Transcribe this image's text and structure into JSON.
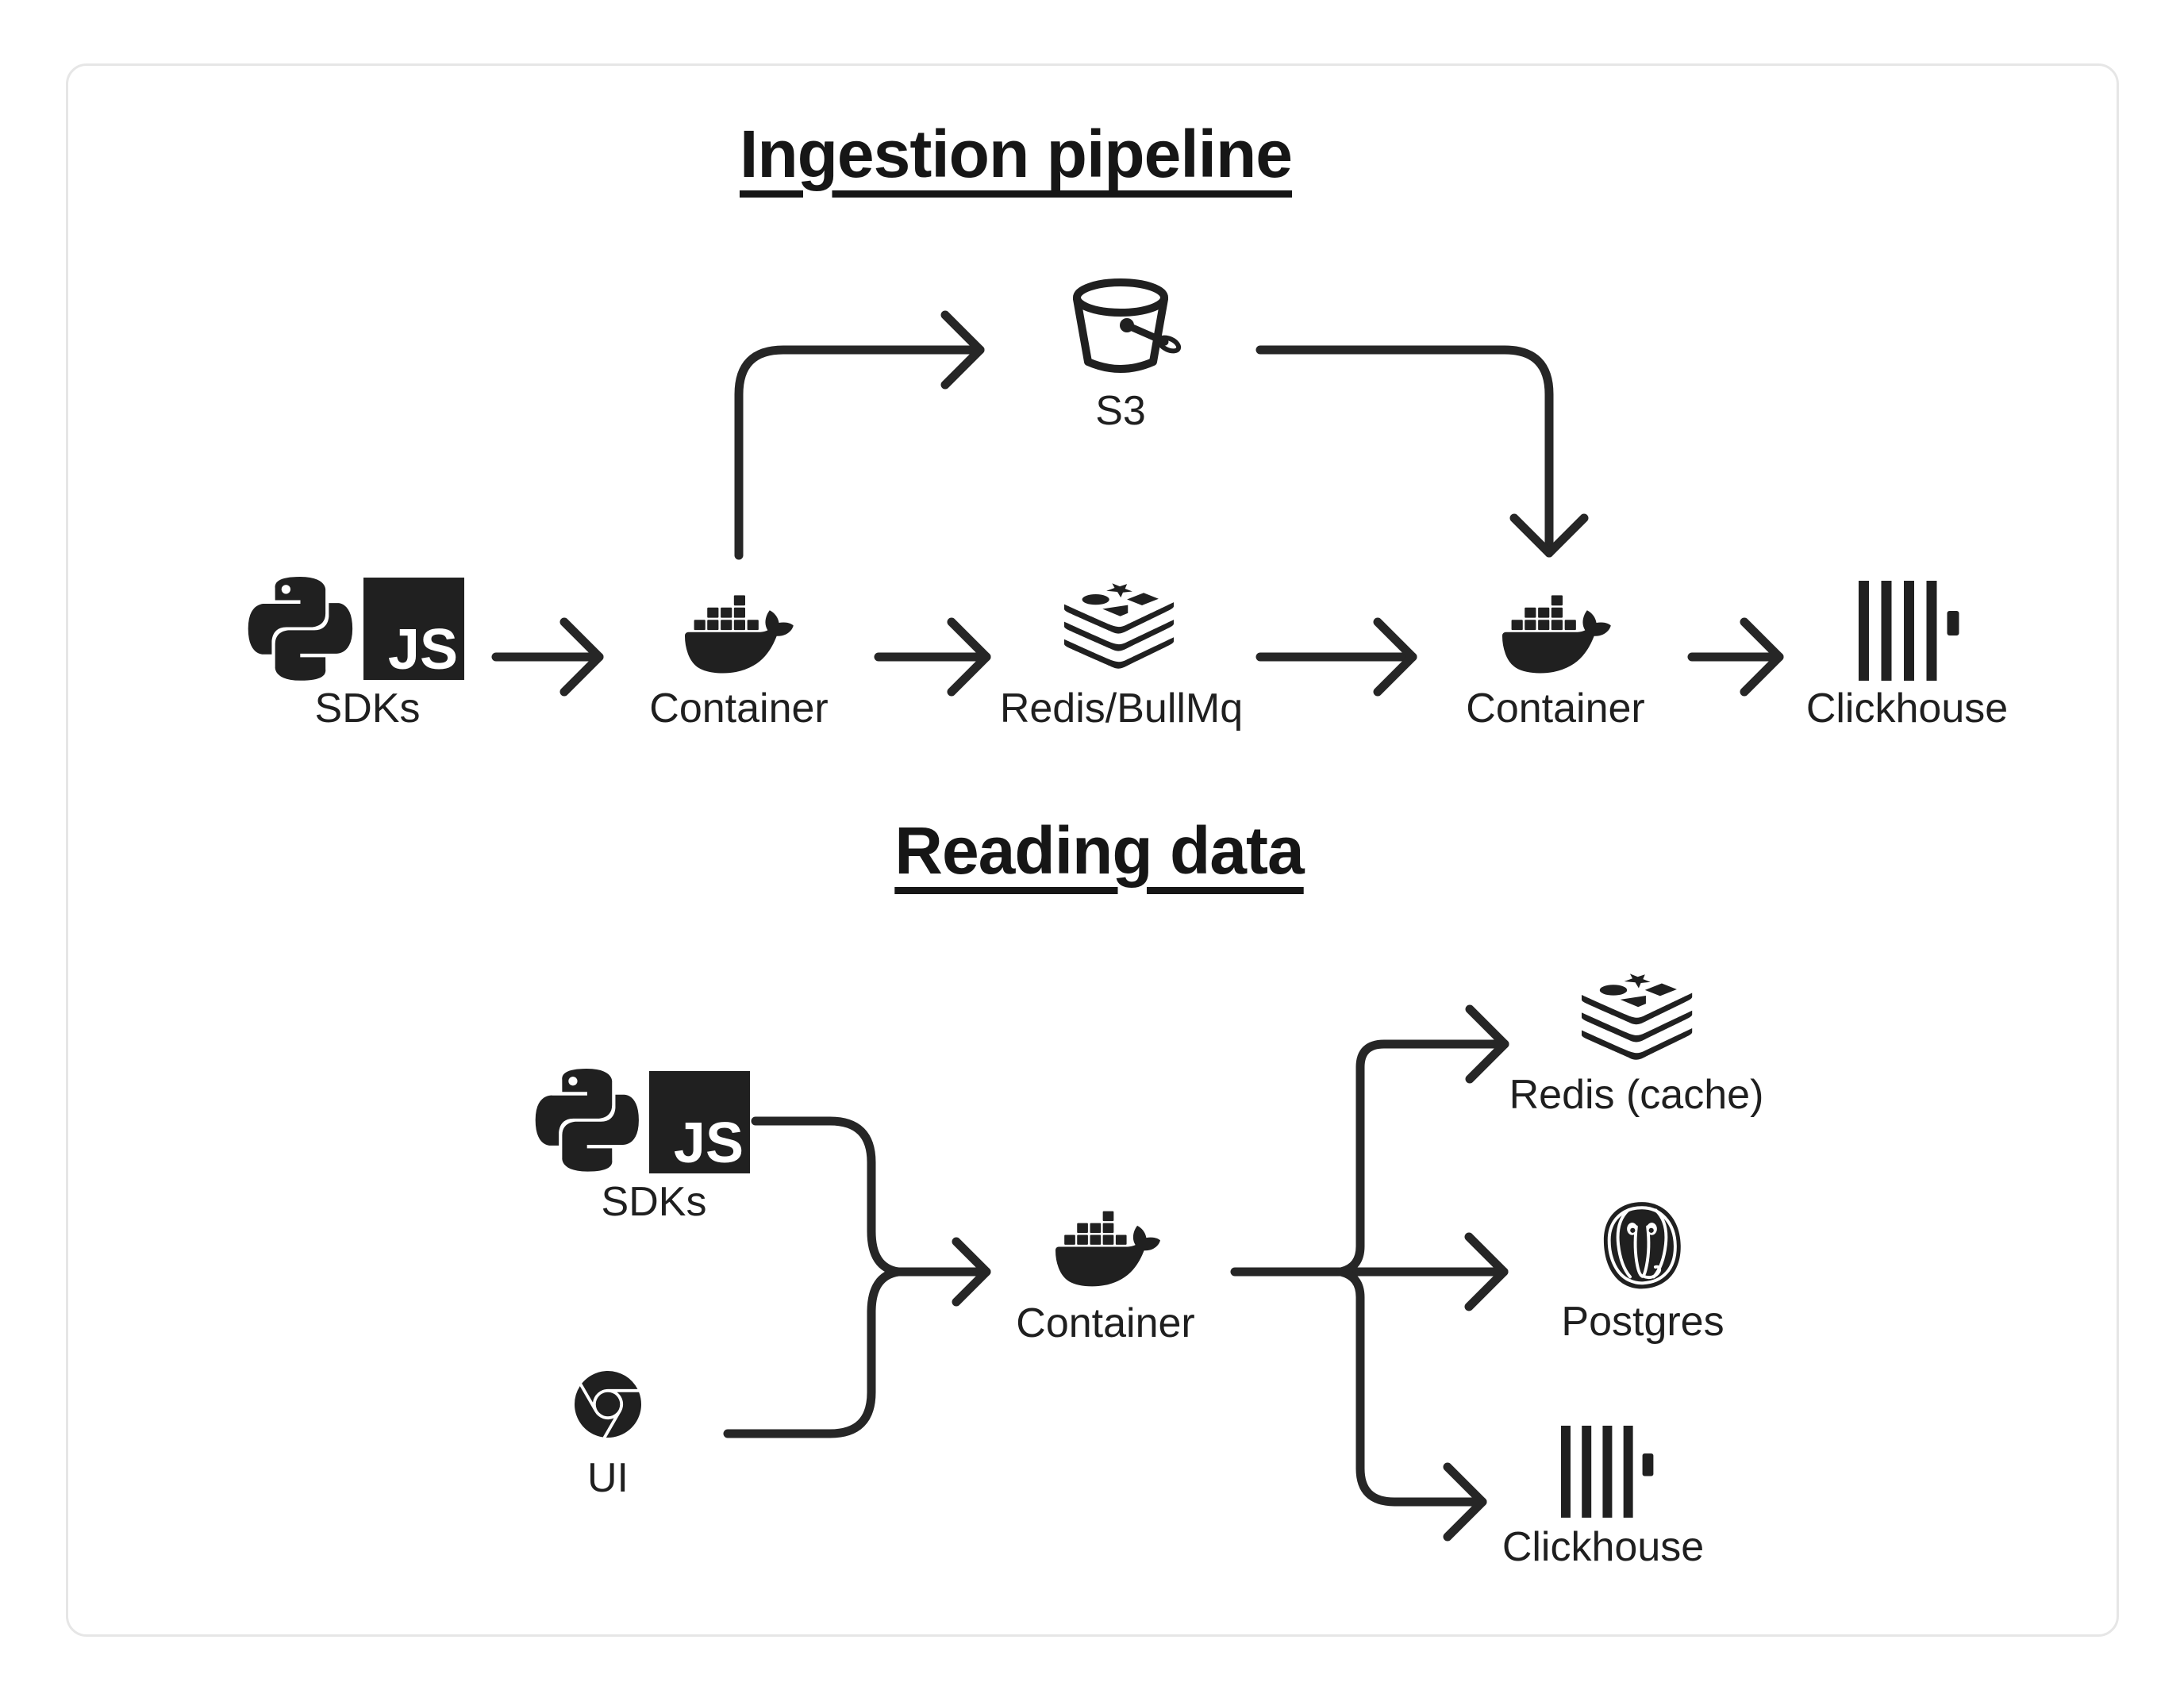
{
  "colors": {
    "background": "#ffffff",
    "card_background": "#ffffff",
    "card_border": "#e6e6e6",
    "ink": "#202020",
    "line": "#262626",
    "text": "#1f1f1f"
  },
  "logos": {
    "js_text": "JS"
  },
  "ingestion": {
    "title": "Ingestion pipeline",
    "nodes": {
      "sdks": {
        "label": "SDKs",
        "icons": [
          "python-icon",
          "javascript-icon"
        ]
      },
      "container_in": {
        "label": "Container",
        "icons": [
          "docker-icon"
        ]
      },
      "s3": {
        "label": "S3",
        "icons": [
          "bucket-icon"
        ]
      },
      "redis_bullmq": {
        "label": "Redis/BullMq",
        "icons": [
          "redis-icon"
        ]
      },
      "container_out": {
        "label": "Container",
        "icons": [
          "docker-icon"
        ]
      },
      "clickhouse": {
        "label": "Clickhouse",
        "icons": [
          "clickhouse-icon"
        ]
      }
    },
    "edges": [
      {
        "from": "SDKs",
        "to": "Container"
      },
      {
        "from": "Container",
        "to": "S3"
      },
      {
        "from": "Container",
        "to": "Redis/BullMq"
      },
      {
        "from": "Redis/BullMq",
        "to": "Container"
      },
      {
        "from": "S3",
        "to": "Container"
      },
      {
        "from": "Container",
        "to": "Clickhouse"
      }
    ]
  },
  "reading": {
    "title": "Reading data",
    "nodes": {
      "sdks": {
        "label": "SDKs",
        "icons": [
          "python-icon",
          "javascript-icon"
        ]
      },
      "ui": {
        "label": "UI",
        "icons": [
          "chrome-icon"
        ]
      },
      "container": {
        "label": "Container",
        "icons": [
          "docker-icon"
        ]
      },
      "redis_cache": {
        "label": "Redis (cache)",
        "icons": [
          "redis-icon"
        ]
      },
      "postgres": {
        "label": "Postgres",
        "icons": [
          "postgres-icon"
        ]
      },
      "clickhouse": {
        "label": "Clickhouse",
        "icons": [
          "clickhouse-icon"
        ]
      }
    },
    "edges": [
      {
        "from": "SDKs",
        "to": "Container"
      },
      {
        "from": "UI",
        "to": "Container"
      },
      {
        "from": "Container",
        "to": "Redis (cache)"
      },
      {
        "from": "Container",
        "to": "Postgres"
      },
      {
        "from": "Container",
        "to": "Clickhouse"
      }
    ]
  }
}
